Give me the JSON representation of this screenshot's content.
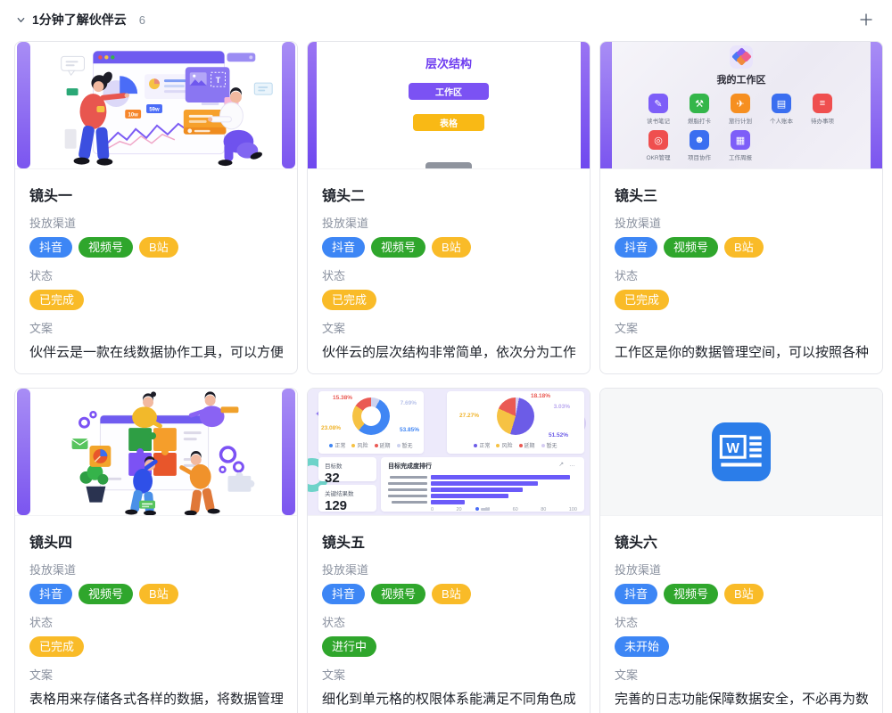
{
  "header": {
    "title": "1分钟了解伙伴云",
    "count": "6"
  },
  "fields": {
    "channel": "投放渠道",
    "status": "状态",
    "copy": "文案"
  },
  "channels": [
    {
      "label": "抖音",
      "color": "#3d86f5"
    },
    {
      "label": "视频号",
      "color": "#2fa62c"
    },
    {
      "label": "B站",
      "color": "#f9bb28"
    }
  ],
  "status_colors": {
    "done": "#f9bb28",
    "in_progress": "#2fa62c",
    "not_started": "#3d86f5"
  },
  "cards": [
    {
      "title": "镜头一",
      "status": "已完成",
      "status_color": "#f9bb28",
      "copy": "伙伴云是一款在线数据协作工具，可以方便..."
    },
    {
      "title": "镜头二",
      "status": "已完成",
      "status_color": "#f9bb28",
      "copy": "伙伴云的层次结构非常简单，依次分为工作..."
    },
    {
      "title": "镜头三",
      "status": "已完成",
      "status_color": "#f9bb28",
      "copy": "工作区是你的数据管理空间，可以按照各种..."
    },
    {
      "title": "镜头四",
      "status": "已完成",
      "status_color": "#f9bb28",
      "copy": "表格用来存储各式各样的数据，将数据管理..."
    },
    {
      "title": "镜头五",
      "status": "进行中",
      "status_color": "#2fa62c",
      "copy": "细化到单元格的权限体系能满足不同角色成..."
    },
    {
      "title": "镜头六",
      "status": "未开始",
      "status_color": "#3d86f5",
      "copy": "完善的日志功能保障数据安全，不必再为数..."
    }
  ],
  "cover1": {
    "tag_orange": "10w",
    "tag_blue": "59w"
  },
  "cover2": {
    "title": "层次结构",
    "button_workspace": "工作区",
    "button_table": "表格"
  },
  "cover3": {
    "title": "我的工作区",
    "apps": [
      {
        "label": "读书笔记",
        "color": "#7d5ef8",
        "glyph": "✎"
      },
      {
        "label": "燃脂打卡",
        "color": "#34b64a",
        "glyph": "⚒"
      },
      {
        "label": "旅行计划",
        "color": "#f68f20",
        "glyph": "✈"
      },
      {
        "label": "个人账本",
        "color": "#3a6ef0",
        "glyph": "▤"
      },
      {
        "label": "待办事项",
        "color": "#ef4f4f",
        "glyph": "≡"
      },
      {
        "label": "OKR管理",
        "color": "#ef4f4f",
        "glyph": "◎"
      },
      {
        "label": "项目协作",
        "color": "#3a6ef0",
        "glyph": "☻"
      },
      {
        "label": "工作周报",
        "color": "#7d5ef8",
        "glyph": "▦"
      }
    ]
  },
  "cover5": {
    "charts": [
      {
        "type": "donut",
        "segments": [
          {
            "label": "暂无",
            "value": 7.69,
            "color": "#ccd2ef"
          },
          {
            "label": "正常",
            "value": 53.85,
            "color": "#4086f4"
          },
          {
            "label": "风险",
            "value": 23.08,
            "color": "#f6c243"
          },
          {
            "label": "延期",
            "value": 15.38,
            "color": "#ea5a54"
          }
        ],
        "legend": [
          {
            "label": "正常",
            "color": "#4086f4"
          },
          {
            "label": "风险",
            "color": "#f6c243"
          },
          {
            "label": "延期",
            "color": "#ea5a54"
          },
          {
            "label": "暂无",
            "color": "#ccd2ef"
          }
        ],
        "labels": {
          "red": "15.38%",
          "lavender": "7.69%",
          "blue": "53.85%",
          "yellow": "23.08%"
        }
      },
      {
        "type": "pie",
        "segments": [
          {
            "label": "暂无",
            "value": 3.03,
            "color": "#d5cdf2"
          },
          {
            "label": "正常",
            "value": 51.52,
            "color": "#6c5ce7"
          },
          {
            "label": "风险",
            "value": 27.27,
            "color": "#f6c243"
          },
          {
            "label": "延期",
            "value": 18.18,
            "color": "#ea5a54"
          }
        ],
        "legend": [
          {
            "label": "正常",
            "color": "#6c5ce7"
          },
          {
            "label": "风险",
            "color": "#f6c243"
          },
          {
            "label": "延期",
            "color": "#ea5a54"
          },
          {
            "label": "暂无",
            "color": "#d5cdf2"
          }
        ],
        "labels": {
          "red": "18.18%",
          "lavender": "3.03%",
          "purple": "51.52%",
          "yellow": "27.27%"
        }
      }
    ],
    "stat1_label": "目标数",
    "stat1_value": "32",
    "stat2_label": "关键结果数",
    "stat2_value": "129",
    "bar_chart": {
      "title": "目标完成度排行",
      "color": "#6a5af9",
      "values": [
        95,
        73,
        63,
        53,
        23
      ],
      "x_ticks": [
        "0",
        "20",
        "40",
        "60",
        "80",
        "100"
      ],
      "icons": "↗ …"
    }
  }
}
